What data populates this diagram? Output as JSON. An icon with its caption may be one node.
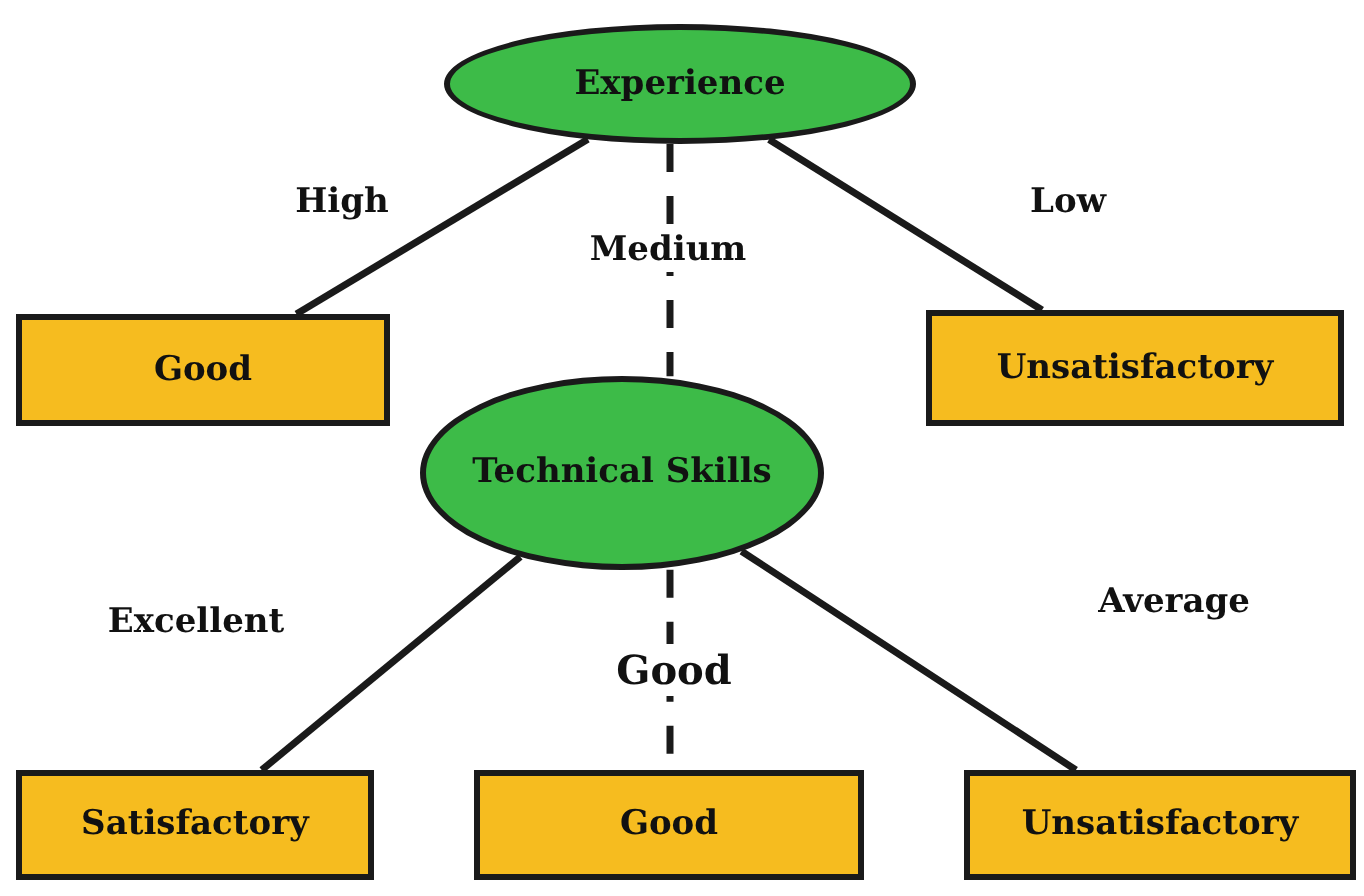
{
  "diagram": {
    "nodes": [
      {
        "text": [
          "Experience"
        ]
      },
      {
        "text": [
          "Good"
        ]
      },
      {
        "text": [
          "Unsatisfactory"
        ]
      },
      {
        "text": [
          "Technical Skills"
        ]
      },
      {
        "text": [
          "Satisfactory"
        ]
      },
      {
        "text": [
          "Good"
        ]
      },
      {
        "text": [
          "Unsatisfactory"
        ]
      }
    ],
    "edges": [
      {
        "from": 0,
        "to": 1,
        "arrow": "none",
        "label": "High"
      },
      {
        "from": 0,
        "to": 2,
        "arrow": "none",
        "label": "Low"
      },
      {
        "from": 0,
        "to": 3,
        "arrow": "none",
        "label": "Medium",
        "style": "dashed"
      },
      {
        "from": 3,
        "to": 4,
        "arrow": "none",
        "label": "Excellent"
      },
      {
        "from": 3,
        "to": 5,
        "arrow": "none",
        "label": "Good",
        "style": "dashed"
      },
      {
        "from": 3,
        "to": 6,
        "arrow": "none",
        "label": "Average"
      }
    ]
  }
}
